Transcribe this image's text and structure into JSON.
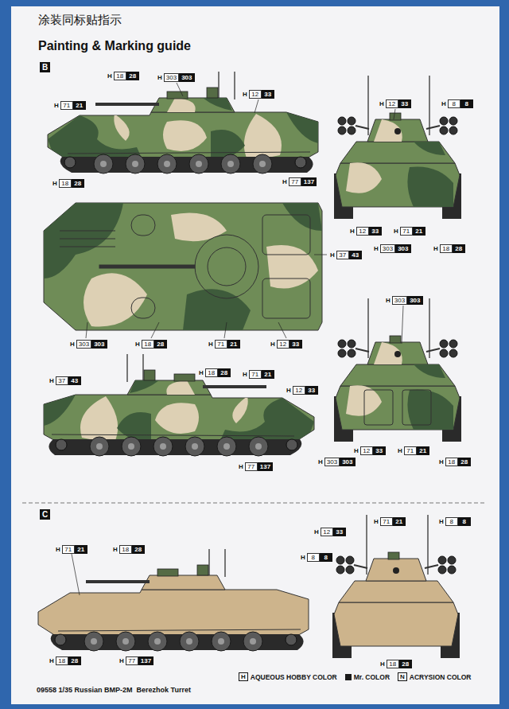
{
  "diagram": {
    "title": "Painting & Marking guide",
    "caption": "09558 1/35 Russian BMP-2M  Berezhok Turret",
    "labels": [
      "涂装同标贴指示",
      "B",
      "H",
      "18",
      "28",
      "H",
      "303",
      "303",
      "H",
      "71",
      "21",
      "H",
      "12",
      "33",
      "H",
      "18",
      "28",
      "H",
      "77",
      "137",
      "H",
      "12",
      "33",
      "H",
      "8",
      "8",
      "H",
      "12",
      "33",
      "H",
      "71",
      "21",
      "H",
      "303",
      "303",
      "H",
      "18",
      "28",
      "H",
      "37",
      "43",
      "H",
      "303",
      "303",
      "H",
      "18",
      "28",
      "H",
      "71",
      "21",
      "H",
      "12",
      "33",
      "H",
      "303",
      "303",
      "H",
      "12",
      "33",
      "H",
      "71",
      "21",
      "H",
      "18",
      "28",
      "H",
      "18",
      "28",
      "H",
      "37",
      "43",
      "H",
      "71",
      "21",
      "H",
      "12",
      "33",
      "H",
      "303",
      "303",
      "H",
      "77",
      "137",
      "C",
      "H",
      "71",
      "21",
      "H",
      "18",
      "28",
      "H",
      "18",
      "28",
      "H",
      "77",
      "137",
      "H",
      "12",
      "33",
      "H",
      "71",
      "21",
      "H",
      "8",
      "8",
      "H",
      "8",
      "8",
      "H",
      "18",
      "28",
      "H",
      "N"
    ],
    "legend": [
      {
        "text": "AQUEOUS HOBBY COLOR"
      },
      {
        "text": "Mr. COLOR",
        "color": "#1a1a1a"
      },
      {
        "text": "ACRYSION COLOR"
      }
    ]
  }
}
